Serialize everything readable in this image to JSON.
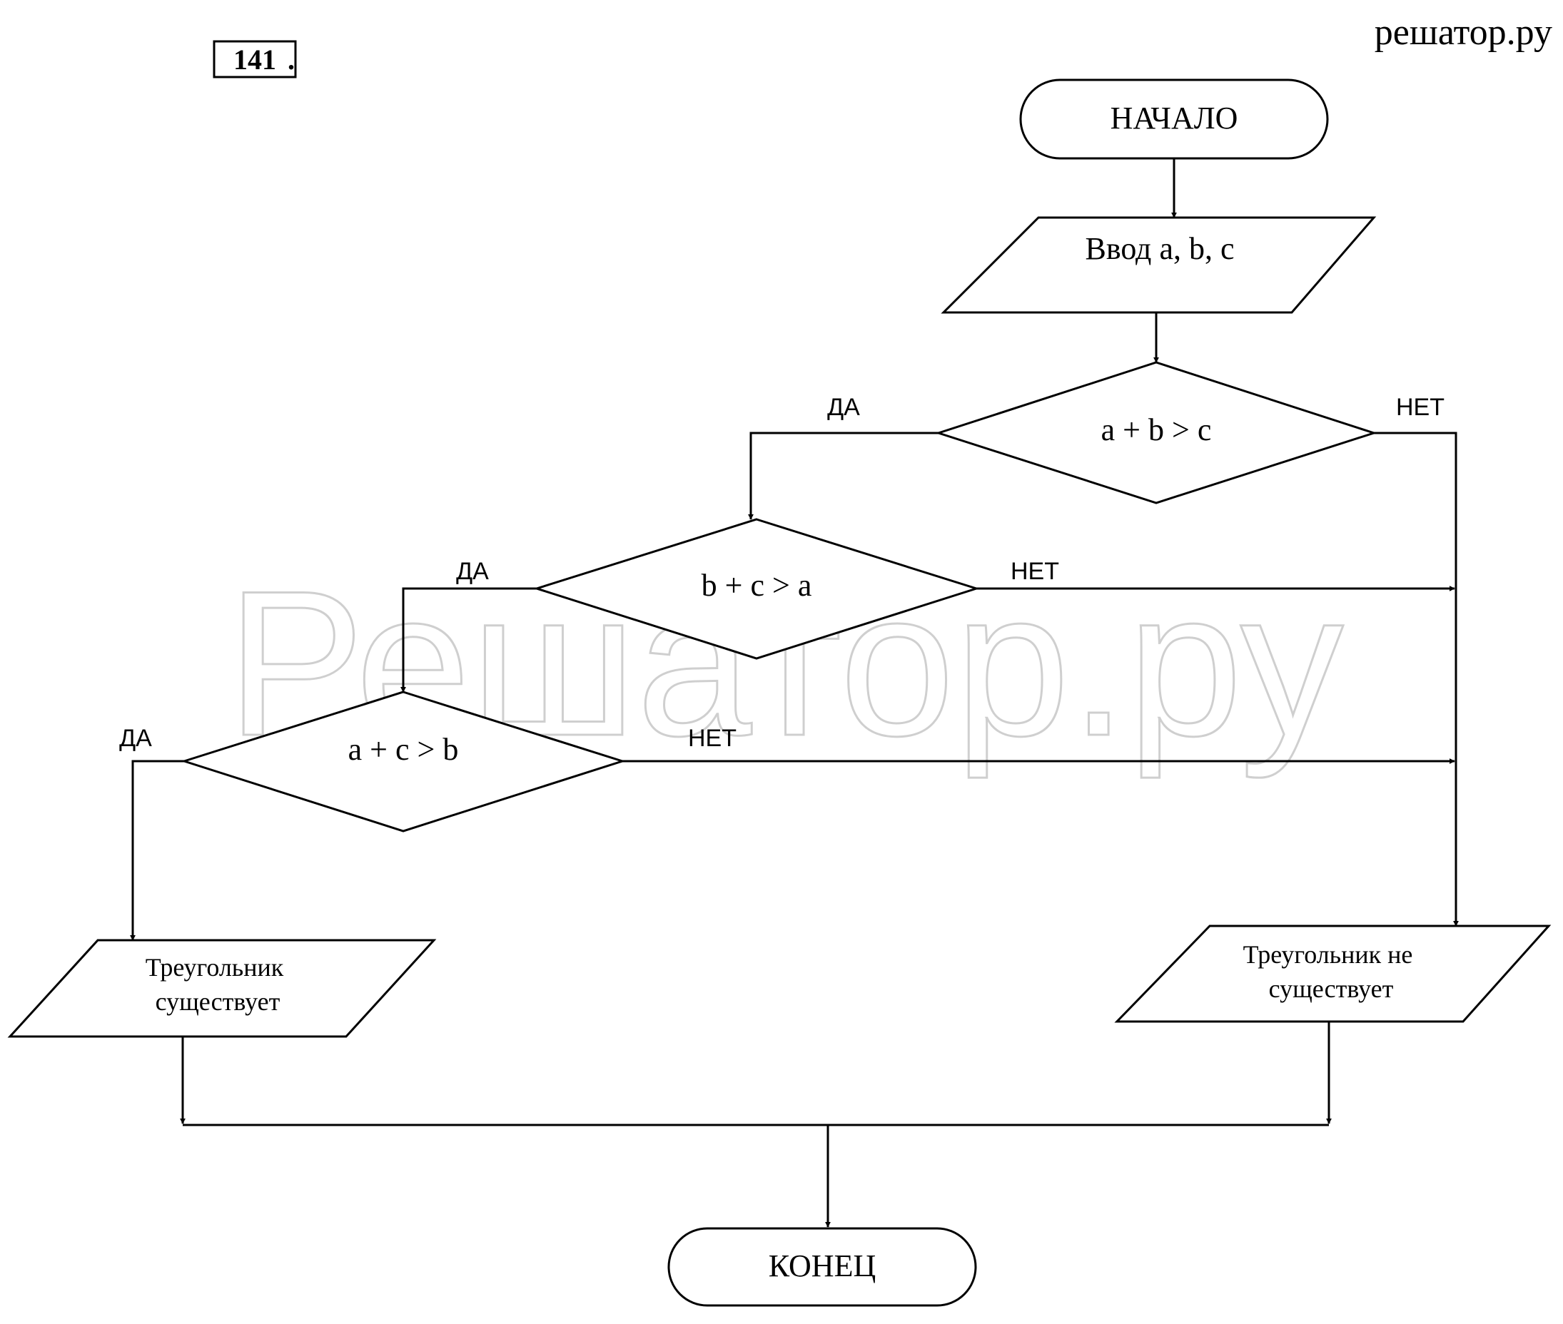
{
  "problem_number": "141",
  "site_label": "решатор.ру",
  "watermark": "Решатор.ру",
  "nodes": {
    "start": "НАЧАЛО",
    "input": "Ввод a, b, c",
    "cond1": "a + b > c",
    "cond2": "b + c > a",
    "cond3": "a + c > b",
    "output_yes": [
      "Треугольник",
      "существует"
    ],
    "output_no": [
      "Треугольник не",
      "существует"
    ],
    "end": "КОНЕЦ"
  },
  "branch_labels": {
    "cond1_yes": "ДА",
    "cond1_no": "НЕТ",
    "cond2_yes": "ДА",
    "cond2_no": "НЕТ",
    "cond3_yes": "ДА",
    "cond3_no": "НЕТ"
  },
  "colors": {
    "stroke": "#000000",
    "background": "#ffffff",
    "watermark": "#cfcfcf"
  }
}
